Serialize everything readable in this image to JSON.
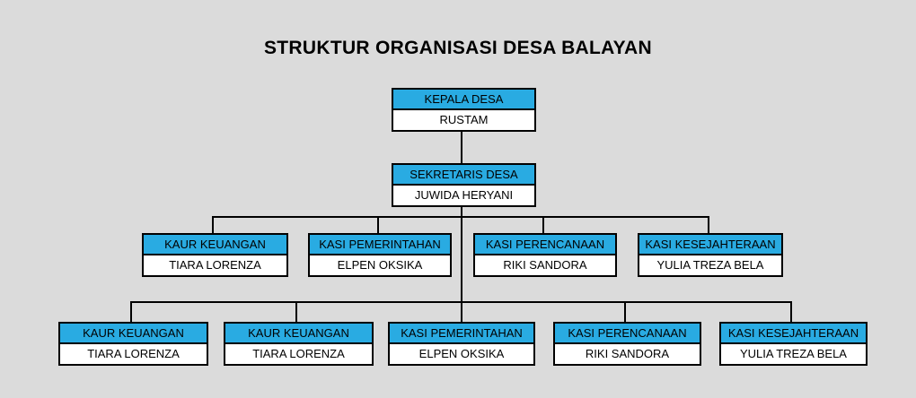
{
  "title": "STRUKTUR ORGANISASI DESA BALAYAN",
  "colors": {
    "background": "#DBDBDB",
    "node_header_fill": "#29ABE2",
    "node_body_fill": "#FFFFFF",
    "line_color": "#000000",
    "text_color": "#000000"
  },
  "org_chart": {
    "levels": [
      {
        "nodes": [
          {
            "title": "KEPALA DESA",
            "name": "RUSTAM"
          }
        ]
      },
      {
        "nodes": [
          {
            "title": "SEKRETARIS DESA",
            "name": "JUWIDA HERYANI"
          }
        ]
      },
      {
        "nodes": [
          {
            "title": "KAUR KEUANGAN",
            "name": "TIARA LORENZA"
          },
          {
            "title": "KASI PEMERINTAHAN",
            "name": "ELPEN OKSIKA"
          },
          {
            "title": "KASI PERENCANAAN",
            "name": "RIKI SANDORA"
          },
          {
            "title": "KASI KESEJAHTERAAN",
            "name": "YULIA TREZA BELA"
          }
        ]
      },
      {
        "nodes": [
          {
            "title": "KAUR KEUANGAN",
            "name": "TIARA LORENZA"
          },
          {
            "title": "KAUR KEUANGAN",
            "name": "TIARA LORENZA"
          },
          {
            "title": "KASI PEMERINTAHAN",
            "name": "ELPEN OKSIKA"
          },
          {
            "title": "KASI PERENCANAAN",
            "name": "RIKI SANDORA"
          },
          {
            "title": "KASI KESEJAHTERAAN",
            "name": "YULIA TREZA BELA"
          }
        ]
      }
    ]
  }
}
